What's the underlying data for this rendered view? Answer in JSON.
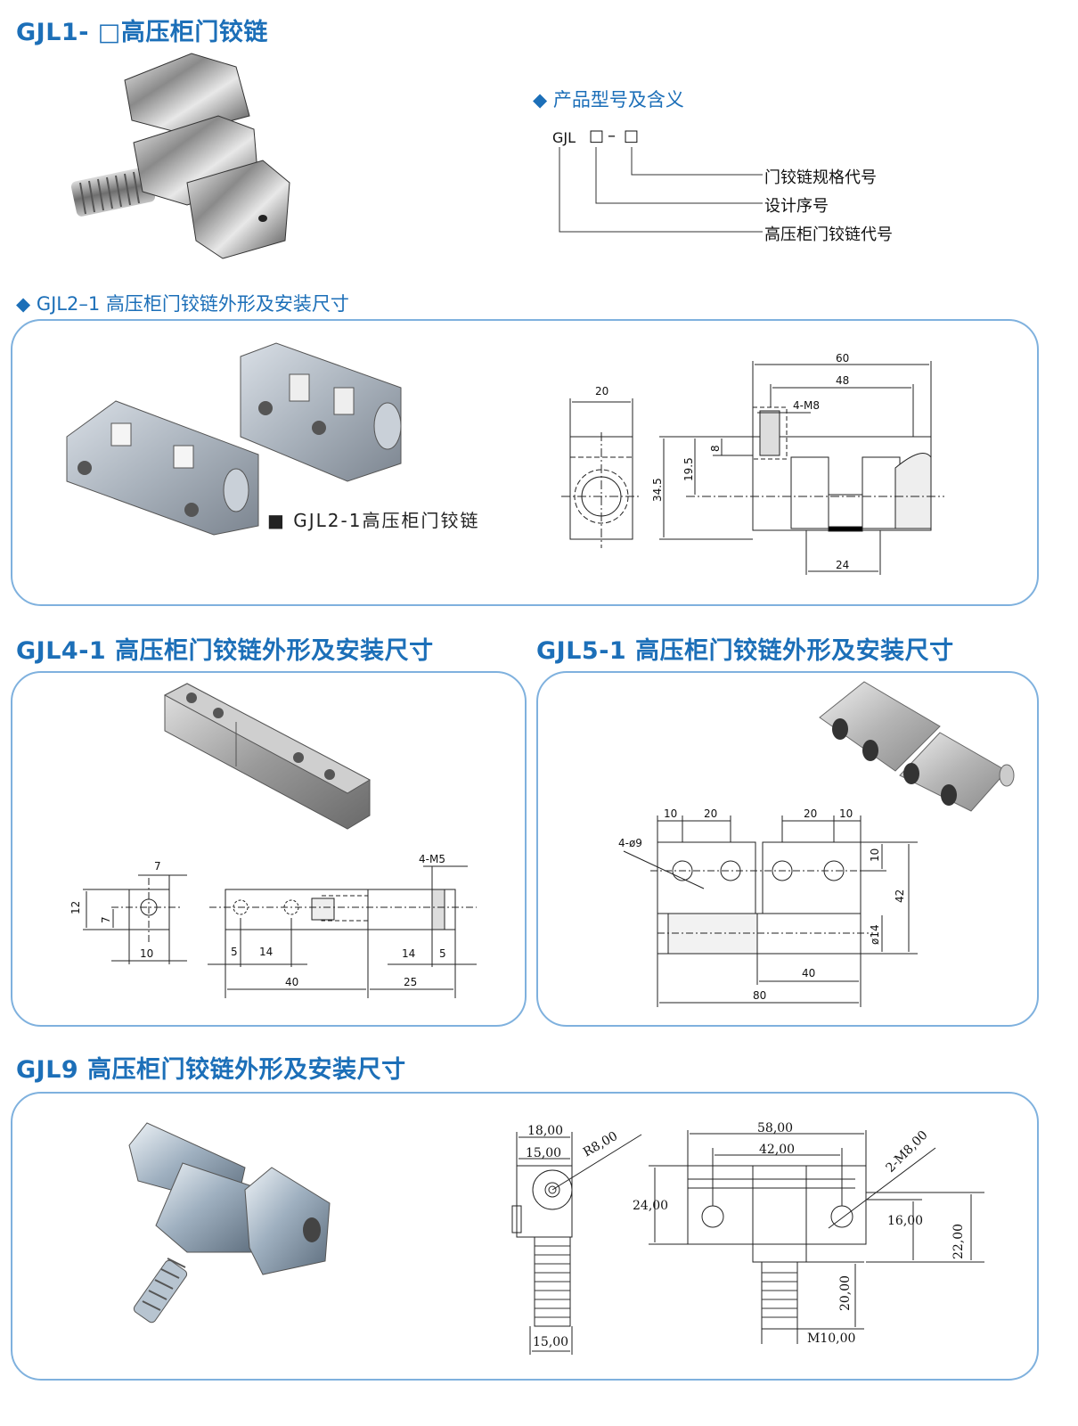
{
  "gjl1": {
    "title": "GJL1- □高压柜门铰链"
  },
  "model": {
    "heading": "◆ 产品型号及含义",
    "code": "GJL",
    "box1": "□",
    "dash": "–",
    "box2": "□",
    "lines": [
      "门铰链规格代号",
      "设计序号",
      "高压柜门铰链代号"
    ]
  },
  "gjl2": {
    "heading": "◆ GJL2–1 高压柜门铰链外形及安装尺寸",
    "caption": "■ GJL2-1高压柜门铰链",
    "dims": {
      "d20": "20",
      "d60": "60",
      "d48": "48",
      "m8": "4-M8",
      "d8": "8",
      "d19": "19.5",
      "d34": "34.5",
      "d24": "24"
    }
  },
  "gjl4": {
    "title": "GJL4-1 高压柜门铰链外形及安装尺寸",
    "dims": {
      "d7a": "7",
      "d12": "12",
      "d7b": "7",
      "d10": "10",
      "m5": "4-M5",
      "d5a": "5",
      "d14a": "14",
      "d14b": "14",
      "d5b": "5",
      "d40": "40",
      "d25": "25"
    }
  },
  "gjl5": {
    "title": "GJL5-1 高压柜门铰链外形及安装尺寸",
    "dims": {
      "a10": "10",
      "a20": "20",
      "b20": "20",
      "b10": "10",
      "phi9": "4-ø9",
      "v10": "10",
      "v42": "42",
      "phi14": "ø14",
      "d40": "40",
      "d80": "80"
    }
  },
  "gjl9": {
    "title": "GJL9 高压柜门铰链外形及安装尺寸",
    "dims": {
      "d18": "18,00",
      "d15a": "15,00",
      "r8": "R8,00",
      "d15b": "15,00",
      "d58": "58,00",
      "d42": "42,00",
      "m8": "2-M8,00",
      "d24": "24,00",
      "d16": "16,00",
      "d22": "22,00",
      "d20": "20,00",
      "m10": "M10,00"
    }
  },
  "colors": {
    "accent": "#1c6fb8",
    "panel_border": "#7fb1de"
  }
}
